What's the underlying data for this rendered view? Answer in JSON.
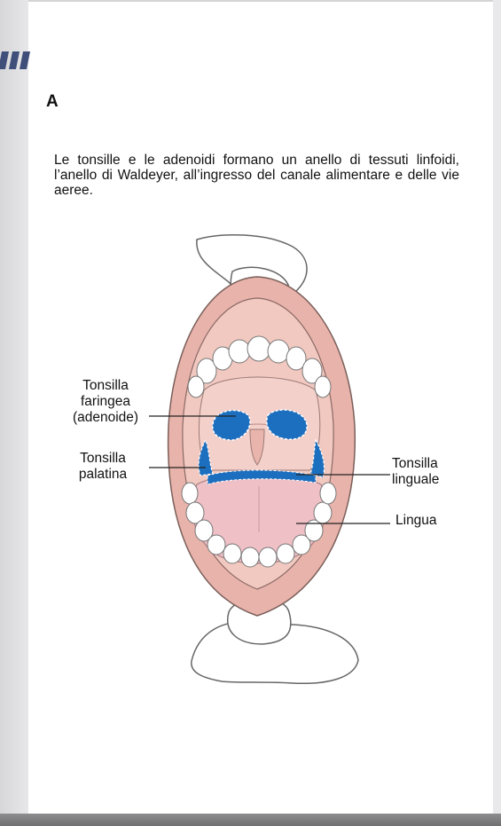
{
  "page": {
    "panel_letter": "A",
    "caption": "Le tonsille e le adenoidi formano un anello di tessuti linfoidi, l’anello di Waldeyer, all’ingresso del canale alimentare e delle vie aeree."
  },
  "diagram": {
    "labels": {
      "tonsilla_faringea_1": "Tonsilla",
      "tonsilla_faringea_2": "faringea",
      "tonsilla_faringea_3": "(adenoide)",
      "tonsilla_palatina_1": "Tonsilla",
      "tonsilla_palatina_2": "palatina",
      "tonsilla_linguale_1": "Tonsilla",
      "tonsilla_linguale_2": "linguale",
      "lingua": "Lingua"
    },
    "colors": {
      "tonsil_blue": "#1c6fbf",
      "lip_pink": "#e8b3aa",
      "mouth_interior": "#f2c9c0",
      "palate": "#f4d0ca",
      "tongue": "#efc0c6",
      "teeth": "#ffffff",
      "outline": "#5a5a5a"
    }
  }
}
